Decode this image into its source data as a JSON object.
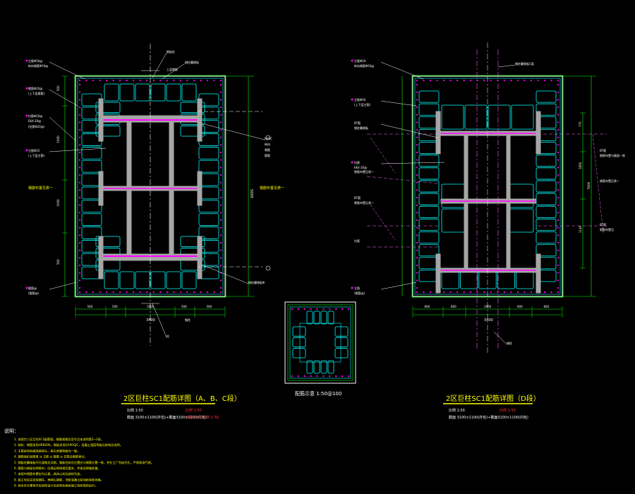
{
  "colors": {
    "background": "#000000",
    "outline": "#ffffff",
    "rebar": "#00ffff",
    "stirrup": "#00ff00",
    "steel": "#a6a6a6",
    "flange": "#ff00ff",
    "callout": "#ffffff",
    "title": "#ffff00",
    "title_underline": "#ffff00",
    "note": "#ffff00",
    "dim": "#00ff00",
    "ref_pink": "#ff66ff",
    "red": "#ff3333"
  },
  "drawing_a": {
    "title": "2区巨柱SC1配筋详图（A、B、C段）",
    "scale_line": "比例 1:50",
    "scale_note": "比例 1:50",
    "section_line": "截面 3100×1100(外包)+截面3100×1100(内包)",
    "section_note": "比例 1:50 比例 1:50",
    "dims_bottom": [
      "500",
      "500",
      "1000",
      "500",
      "500"
    ],
    "dim_total": "3400",
    "dim_right": "5000",
    "dim_left": [
      "500",
      "1000",
      "1000",
      "500"
    ],
    "callouts_left": [
      "主筋Φ50@",
      "纵向钢筋Φ50@",
      "箍筋Φ20@",
      "(上下层箍筋)",
      "拉筋Φ20@",
      "EK4-20@",
      "(拉筋Φ20@)",
      "主筋Φ25",
      "(上下层主筋)",
      "箍筋@",
      "(箍筋@)"
    ],
    "callouts_right": [
      "钢板柱",
      "上层钢板",
      "钢柱翼缘板",
      "构件C",
      "纵向",
      "钢筋",
      "箍筋",
      "钢柱翼缘板Φ",
      "钢柱",
      "柱"
    ],
    "label_mid_left": "钢筋布置见表一",
    "label_mid_right": "钢筋布置见表一"
  },
  "drawing_b": {
    "title": "2区巨柱SC1配筋详图（D段）",
    "scale_line": "比例 1:50",
    "scale_note": "比例 1:50",
    "section_line": "截面 3100×1100(外包)+截面3100×1100(内包)",
    "dims_bottom": [
      "600",
      "600",
      "1000",
      "600",
      "600"
    ],
    "dim_total": "3400",
    "callouts_left": [
      "主筋Φ50",
      "纵向钢筋Φ50@",
      "主筋Φ50",
      "(上下层主筋)",
      "BT筋",
      "钢柱翼缘板",
      "拉筋",
      "EK4-20@",
      "钢筋布置见表一",
      "BT筋",
      "钢筋布置见表一",
      "拉筋",
      "主筋",
      "(箍筋@)"
    ],
    "callouts_right": [
      "钢柱翼缘板C段",
      "BT筋",
      "钢筋布置与截面一致",
      "钢筋布置见表一",
      "BT筋",
      "钢筋布置见",
      "钢柱"
    ],
    "dim_right": [
      "770",
      "1850",
      "1140",
      "5000"
    ]
  },
  "small_section": {
    "label": "配筋示意 1:50@100"
  },
  "notes": {
    "heading": "说明：",
    "lines": [
      "1. 本图为二区巨柱SC1配筋图，钢筋规格及型号见本说明第2~3条。",
      "2. 材料：钢筋采用HRB400，钢板采用Q390GJC，混凝土强度等级见结构总说明。",
      "3. 主筋采用机械连接接头，接头质量等级为一级。",
      "4. 钢筋保护层厚度 ◎ 主筋 ◎ 箍筋 ◎ 拉筋及钢筋表示。",
      "5. 钢板柱翼缘板开孔规格见详图，钢板柱穿孔位置应与钢筋位置一致，并在工厂完成开孔，严禁现场气割。",
      "6. 箍筋与钢板柱焊接时，应满足焊接规范要求，并保证焊缝质量。",
      "7. 本图中钢筋布置仅为示意，具体以实际放样为准。",
      "8. 施工时应先安装钢柱，再绑扎钢筋，浇筑混凝土前须经验收合格。",
      "9. 其余未尽事项详见结构设计总说明及相关施工验收规范执行。"
    ]
  }
}
